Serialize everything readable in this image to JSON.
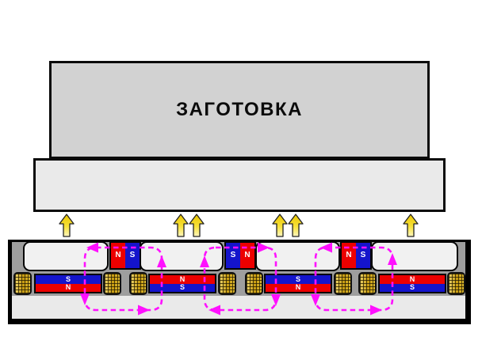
{
  "workpiece": {
    "label": "ЗАГОТОВКА"
  },
  "adapter_plate": {
    "label": ""
  },
  "force_arrows": {
    "icon": "up-force-arrow",
    "direction": "up",
    "count": 6,
    "color": "#f2cc00"
  },
  "flux_lines": {
    "icon": "magnetic-flux-loop",
    "count": 3,
    "style": "dashed",
    "color": "#ff10ff"
  },
  "colors": {
    "north_pole": "#ec0000",
    "south_pole": "#1414cc",
    "workpiece_fill": "#d2d2d2",
    "plate_fill": "#eaeaea",
    "chuck_band": "#9e9e9e",
    "spacer_gold": "#c79b10"
  },
  "magnets": {
    "vertical": [
      {
        "left": {
          "pole": "N",
          "color": "red"
        },
        "right": {
          "pole": "S",
          "color": "blue"
        }
      },
      {
        "left": {
          "pole": "S",
          "color": "blue"
        },
        "right": {
          "pole": "N",
          "color": "red"
        }
      },
      {
        "left": {
          "pole": "N",
          "color": "red"
        },
        "right": {
          "pole": "S",
          "color": "blue"
        }
      }
    ],
    "horizontal": [
      {
        "top": {
          "pole": "S",
          "color": "blue"
        },
        "bottom": {
          "pole": "N",
          "color": "red"
        }
      },
      {
        "top": {
          "pole": "N",
          "color": "red"
        },
        "bottom": {
          "pole": "S",
          "color": "blue"
        }
      },
      {
        "top": {
          "pole": "S",
          "color": "blue"
        },
        "bottom": {
          "pole": "N",
          "color": "red"
        }
      },
      {
        "top": {
          "pole": "N",
          "color": "red"
        },
        "bottom": {
          "pole": "S",
          "color": "blue"
        }
      }
    ]
  }
}
